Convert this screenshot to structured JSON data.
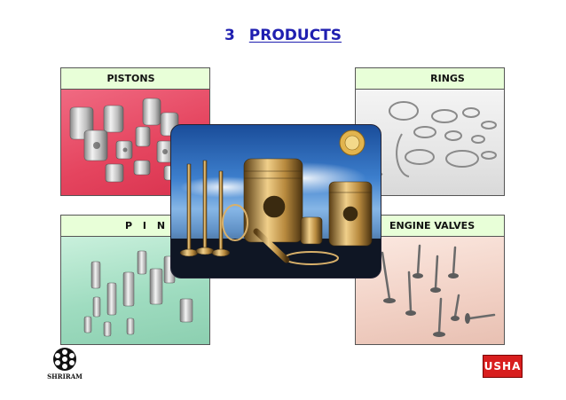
{
  "slide": {
    "number": "3",
    "title": "PRODUCTS",
    "background": "#ffffff",
    "title_color": "#1f1fb0",
    "label_color": "#e8ffd8"
  },
  "panels": {
    "pistons": {
      "label": "PISTONS",
      "background": "#e5455f"
    },
    "rings": {
      "label": "RINGS",
      "background": "#e6e6e6"
    },
    "pins": {
      "label": "P I N S",
      "background": "#9fdcc0"
    },
    "valves": {
      "label": "ENGINE VALVES",
      "background": "#f1d0c4"
    }
  },
  "center_photo": {
    "icon": "pistons-and-valves-photo"
  },
  "logos": {
    "left": {
      "text": "SHRIRAM",
      "icon": "shriram-emblem-icon"
    },
    "right": {
      "text": "USHA",
      "color": "#d81e1e"
    }
  }
}
